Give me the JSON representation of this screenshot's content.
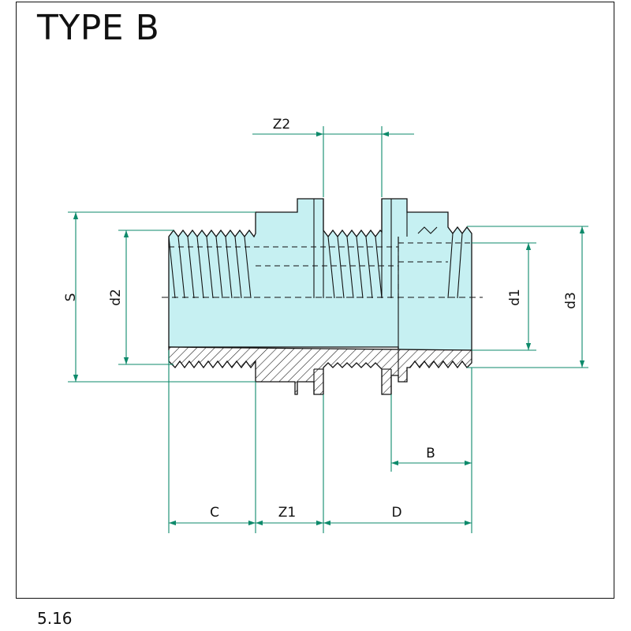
{
  "title": "TYPE B",
  "page_number": "5.16",
  "dimensions": {
    "z2": "Z2",
    "s": "S",
    "d2": "d2",
    "d1": "d1",
    "d3": "d3",
    "b": "B",
    "c": "C",
    "z1": "Z1",
    "d": "D"
  },
  "colors": {
    "fill": "#c6f0f2",
    "dimension": "#0e8a6b",
    "outline": "#111111"
  }
}
